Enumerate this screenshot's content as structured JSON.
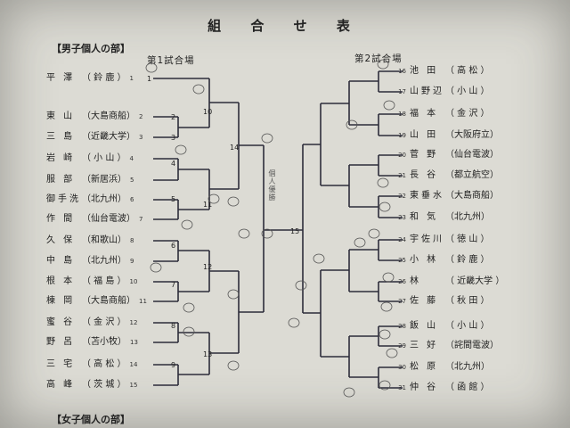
{
  "title": "組 合 せ 表",
  "sections": {
    "men": "【男子個人の部】",
    "women": "【女子個人の部】"
  },
  "venues": {
    "left": "第1試合場",
    "right": "第2試合場"
  },
  "annotation": "個人優勝",
  "left_players": [
    {
      "seed": "1",
      "name": "平 澤",
      "prefecture": "（ 鈴 鹿 ）"
    },
    {
      "seed": "2",
      "name": "東 山",
      "prefecture": "（大島商船）"
    },
    {
      "seed": "3",
      "name": "三 島",
      "prefecture": "（近畿大学）"
    },
    {
      "seed": "4",
      "name": "岩 崎",
      "prefecture": "（ 小 山 ）"
    },
    {
      "seed": "5",
      "name": "服 部",
      "prefecture": "（新居浜）"
    },
    {
      "seed": "6",
      "name": "御手洗",
      "prefecture": "（北九州）"
    },
    {
      "seed": "7",
      "name": "作 間",
      "prefecture": "（仙台電波）"
    },
    {
      "seed": "8",
      "name": "久 保",
      "prefecture": "（和歌山）"
    },
    {
      "seed": "9",
      "name": "中 島",
      "prefecture": "（北九州）"
    },
    {
      "seed": "10",
      "name": "根 本",
      "prefecture": "（ 福 島 ）"
    },
    {
      "seed": "11",
      "name": "棟 岡",
      "prefecture": "（大島商船）"
    },
    {
      "seed": "12",
      "name": "蜜 谷",
      "prefecture": "（ 金 沢 ）"
    },
    {
      "seed": "13",
      "name": "野 呂",
      "prefecture": "（苫小牧）"
    },
    {
      "seed": "14",
      "name": "三 宅",
      "prefecture": "（ 高 松 ）"
    },
    {
      "seed": "15",
      "name": "高 峰",
      "prefecture": "（ 茨 城 ）"
    }
  ],
  "right_players": [
    {
      "seed": "16",
      "name": "池 田",
      "prefecture": "（ 高 松 ）"
    },
    {
      "seed": "17",
      "name": "山野辺",
      "prefecture": "（ 小 山 ）"
    },
    {
      "seed": "18",
      "name": "福 本",
      "prefecture": "（ 金 沢 ）"
    },
    {
      "seed": "19",
      "name": "山 田",
      "prefecture": "（大阪府立）"
    },
    {
      "seed": "20",
      "name": "菅 野",
      "prefecture": "（仙台電波）"
    },
    {
      "seed": "21",
      "name": "長 谷",
      "prefecture": "（都立航空）"
    },
    {
      "seed": "22",
      "name": "東垂水",
      "prefecture": "（大島商船）"
    },
    {
      "seed": "23",
      "name": "和 気",
      "prefecture": "（北九州）"
    },
    {
      "seed": "24",
      "name": "宇佐川",
      "prefecture": "（ 徳 山 ）"
    },
    {
      "seed": "25",
      "name": "小 林",
      "prefecture": "（ 鈴 鹿 ）"
    },
    {
      "seed": "26",
      "name": "林",
      "prefecture": "（ 近畿大学 ）"
    },
    {
      "seed": "27",
      "name": "佐 藤",
      "prefecture": "（ 秋 田 ）"
    },
    {
      "seed": "28",
      "name": "飯 山",
      "prefecture": "（ 小 山 ）"
    },
    {
      "seed": "29",
      "name": "三 好",
      "prefecture": "（詫間電波）"
    },
    {
      "seed": "30",
      "name": "松 原",
      "prefecture": "（北九州）"
    },
    {
      "seed": "31",
      "name": "仲 谷",
      "prefecture": "（ 函 館 ）"
    }
  ],
  "match_numbers": [
    "1",
    "2",
    "3",
    "4",
    "5",
    "6",
    "7",
    "8",
    "9",
    "10",
    "11",
    "12",
    "13",
    "14",
    "15"
  ]
}
